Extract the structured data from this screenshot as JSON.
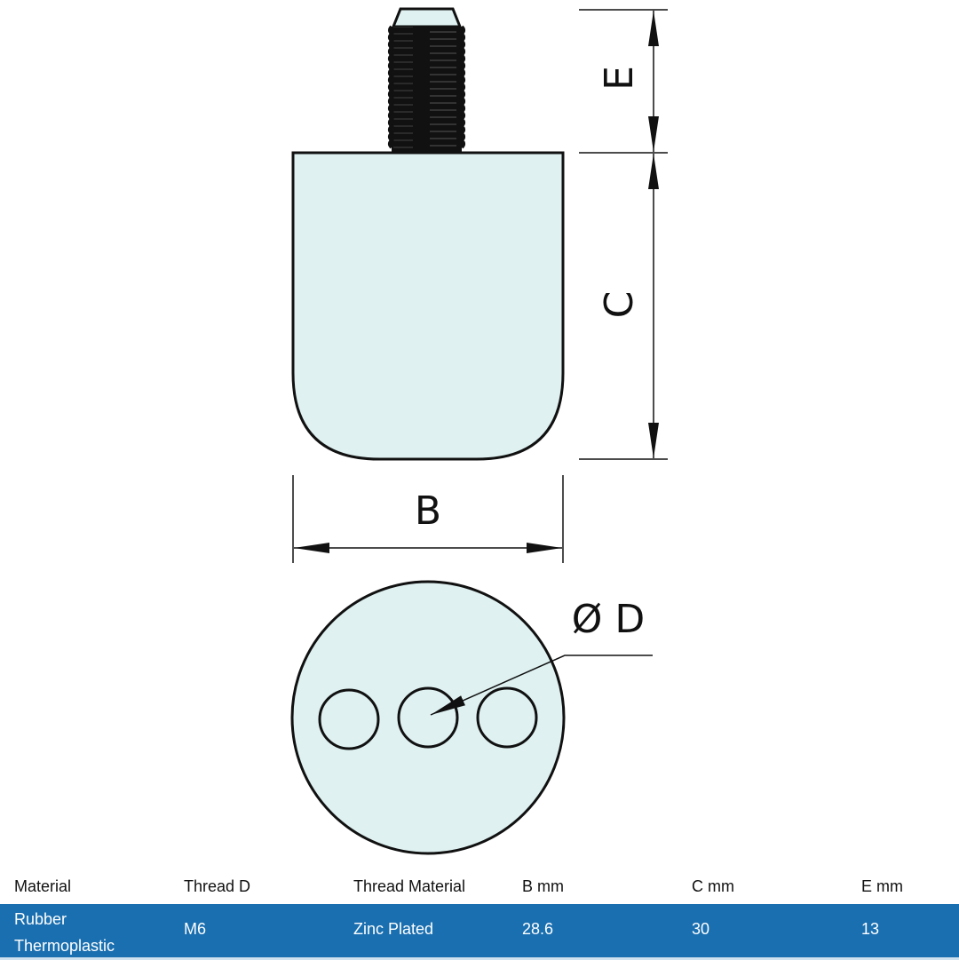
{
  "diagram": {
    "labels": {
      "E": "E",
      "C": "C",
      "B": "B",
      "D": "Ø D"
    },
    "colors": {
      "fill": "#dff1f1",
      "stroke": "#111111",
      "table_row": "#1a6fb0"
    }
  },
  "table": {
    "headers": [
      "Material",
      "Thread D",
      "Thread Material",
      "B mm",
      "C mm",
      "E mm"
    ],
    "rows": [
      {
        "material_line1": "Rubber",
        "material_line2": "Thermoplastic",
        "thread_d": "M6",
        "thread_material": "Zinc Plated",
        "b": "28.6",
        "c": "30",
        "e": "13"
      }
    ]
  }
}
